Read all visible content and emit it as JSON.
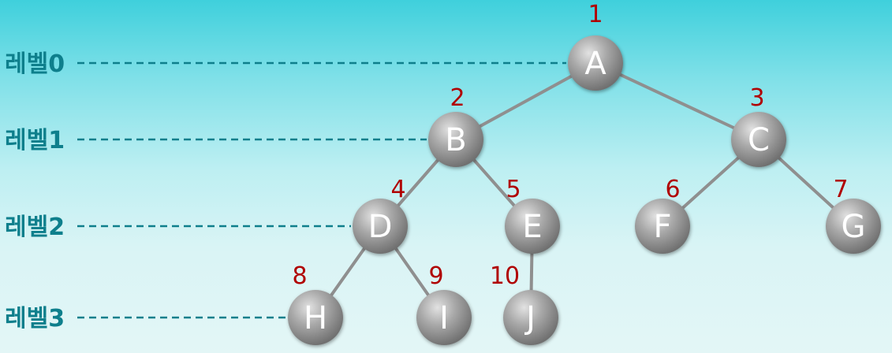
{
  "diagram": {
    "levels": [
      {
        "id": "0",
        "label": "레벨0"
      },
      {
        "id": "1",
        "label": "레벨1"
      },
      {
        "id": "2",
        "label": "레벨2"
      },
      {
        "id": "3",
        "label": "레벨3"
      }
    ],
    "nodes": [
      {
        "id": "A",
        "letter": "A",
        "number": "1",
        "level": 0
      },
      {
        "id": "B",
        "letter": "B",
        "number": "2",
        "level": 1
      },
      {
        "id": "C",
        "letter": "C",
        "number": "3",
        "level": 1
      },
      {
        "id": "D",
        "letter": "D",
        "number": "4",
        "level": 2
      },
      {
        "id": "E",
        "letter": "E",
        "number": "5",
        "level": 2
      },
      {
        "id": "F",
        "letter": "F",
        "number": "6",
        "level": 2
      },
      {
        "id": "G",
        "letter": "G",
        "number": "7",
        "level": 2
      },
      {
        "id": "H",
        "letter": "H",
        "number": "8",
        "level": 3
      },
      {
        "id": "I",
        "letter": "I",
        "number": "9",
        "level": 3
      },
      {
        "id": "J",
        "letter": "J",
        "number": "10",
        "level": 3
      }
    ],
    "edges": [
      {
        "from": "A",
        "to": "B"
      },
      {
        "from": "A",
        "to": "C"
      },
      {
        "from": "B",
        "to": "D"
      },
      {
        "from": "B",
        "to": "E"
      },
      {
        "from": "C",
        "to": "F"
      },
      {
        "from": "C",
        "to": "G"
      },
      {
        "from": "D",
        "to": "H"
      },
      {
        "from": "D",
        "to": "I"
      },
      {
        "from": "E",
        "to": "J"
      }
    ]
  }
}
